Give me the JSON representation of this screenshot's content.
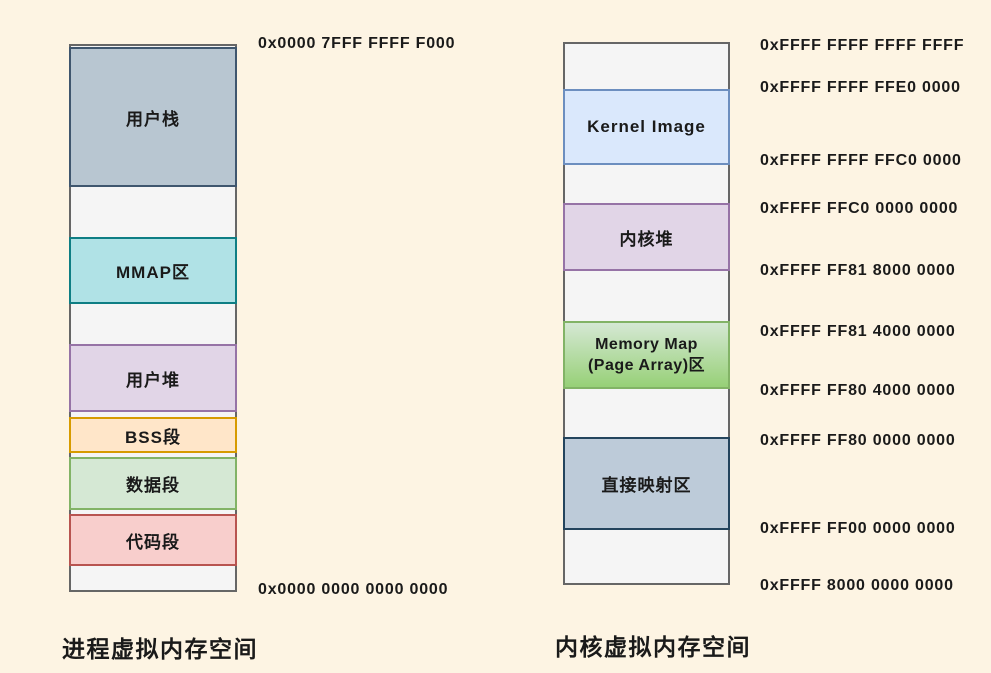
{
  "palette": {
    "page_background": "#fdf4e3",
    "frame_fill": "#f5f5f5",
    "frame_border": "#666666",
    "text_color": "#1a1a1a"
  },
  "left_diagram": {
    "title": "进程虚拟内存空间",
    "top_address": "0x0000 7FFF FFFF F000",
    "bottom_address": "0x0000 0000 0000 0000",
    "segments": [
      {
        "label": "用户栈",
        "fill": "#b8c6d1",
        "border": "#3f566e"
      },
      {
        "label": "MMAP区",
        "fill": "#b0e2e6",
        "border": "#0e7e84"
      },
      {
        "label": "用户堆",
        "fill": "#e1d5e7",
        "border": "#9673a6"
      },
      {
        "label": "BSS段",
        "fill": "#ffe6c9",
        "border": "#d79b00"
      },
      {
        "label": "数据段",
        "fill": "#d5e8d4",
        "border": "#82b366"
      },
      {
        "label": "代码段",
        "fill": "#f8cecc",
        "border": "#b85450"
      }
    ]
  },
  "right_diagram": {
    "title": "内核虚拟内存空间",
    "segments": [
      {
        "label": "Kernel Image",
        "fill": "#dae8fc",
        "border": "#6c8ebf"
      },
      {
        "label": "内核堆",
        "fill": "#e1d5e7",
        "border": "#9673a6"
      },
      {
        "label_line1": "Memory Map",
        "label_line2": "(Page Array)区",
        "fill_top": "#d5e8d4",
        "fill_bottom": "#97d077",
        "border": "#82b366"
      },
      {
        "label": "直接映射区",
        "fill": "#bdcbd9",
        "border": "#23445d"
      }
    ],
    "addresses": [
      "0xFFFF FFFF FFFF FFFF",
      "0xFFFF FFFF FFE0 0000",
      "0xFFFF FFFF FFC0 0000",
      "0xFFFF FFC0 0000 0000",
      "0xFFFF FF81 8000 0000",
      "0xFFFF FF81 4000 0000",
      "0xFFFF FF80 4000 0000",
      "0xFFFF FF80 0000 0000",
      "0xFFFF FF00 0000 0000",
      "0xFFFF 8000 0000 0000"
    ]
  }
}
